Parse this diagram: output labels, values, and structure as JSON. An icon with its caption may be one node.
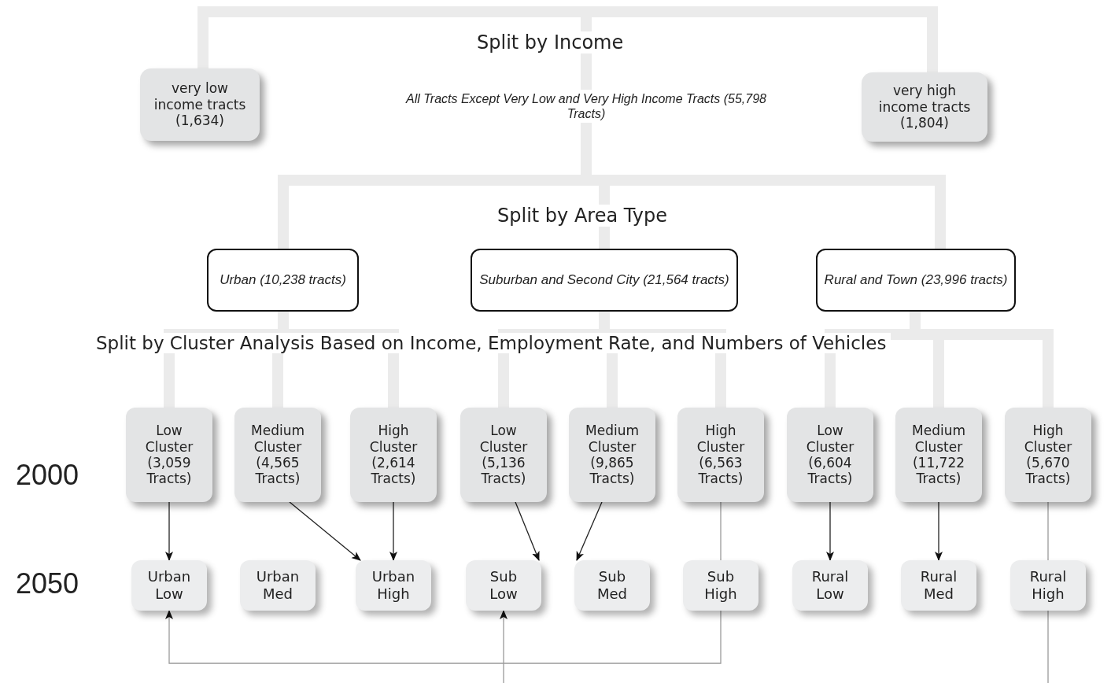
{
  "diagram": {
    "nodes": [
      {
        "text": [
          "very low income tracts (1,634)"
        ]
      },
      {
        "text": [
          "All Tracts Except Very Low and Very High Income Tracts (55,798 Tracts)"
        ]
      },
      {
        "text": [
          "very high income tracts (1,804)"
        ]
      },
      {
        "text": [
          "Urban (10,238 tracts)"
        ]
      },
      {
        "text": [
          "Suburban and Second City (21,564 tracts)"
        ]
      },
      {
        "text": [
          "Rural and Town (23,996 tracts)"
        ]
      },
      {
        "text": [
          "Low Cluster (3,059 Tracts)"
        ]
      },
      {
        "text": [
          "Medium Cluster (4,565 Tracts)"
        ]
      },
      {
        "text": [
          "High Cluster (2,614 Tracts)"
        ]
      },
      {
        "text": [
          "Low Cluster (5,136 Tracts)"
        ]
      },
      {
        "text": [
          "Medium Cluster (9,865 Tracts)"
        ]
      },
      {
        "text": [
          "High Cluster (6,563 Tracts)"
        ]
      },
      {
        "text": [
          "Low Cluster (6,604 Tracts)"
        ]
      },
      {
        "text": [
          "Medium Cluster (11,722 Tracts)"
        ]
      },
      {
        "text": [
          "High Cluster (5,670 Tracts)"
        ]
      },
      {
        "text": [
          "Urban Low"
        ]
      },
      {
        "text": [
          "Urban Med"
        ]
      },
      {
        "text": [
          "Urban High"
        ]
      },
      {
        "text": [
          "Sub Low"
        ]
      },
      {
        "text": [
          "Sub Med"
        ]
      },
      {
        "text": [
          "Sub High"
        ]
      },
      {
        "text": [
          "Rural Low"
        ]
      },
      {
        "text": [
          "Rural Med"
        ]
      },
      {
        "text": [
          "Rural High"
        ]
      }
    ],
    "edges": [
      {
        "from": 1,
        "to": 0,
        "arrow": "none"
      },
      {
        "from": 1,
        "to": 2,
        "arrow": "none"
      },
      {
        "from": 1,
        "to": 3,
        "arrow": "none"
      },
      {
        "from": 1,
        "to": 4,
        "arrow": "none"
      },
      {
        "from": 1,
        "to": 5,
        "arrow": "none"
      },
      {
        "from": 3,
        "to": 6,
        "arrow": "none"
      },
      {
        "from": 3,
        "to": 7,
        "arrow": "none"
      },
      {
        "from": 3,
        "to": 8,
        "arrow": "none"
      },
      {
        "from": 4,
        "to": 9,
        "arrow": "none"
      },
      {
        "from": 4,
        "to": 10,
        "arrow": "none"
      },
      {
        "from": 4,
        "to": 11,
        "arrow": "none"
      },
      {
        "from": 5,
        "to": 12,
        "arrow": "none"
      },
      {
        "from": 5,
        "to": 13,
        "arrow": "none"
      },
      {
        "from": 5,
        "to": 14,
        "arrow": "none"
      },
      {
        "from": 6,
        "to": 15,
        "arrow": "to",
        "color": "#222222"
      },
      {
        "from": 7,
        "to": 17,
        "arrow": "to",
        "color": "#222222"
      },
      {
        "from": 8,
        "to": 17,
        "arrow": "to",
        "color": "#222222"
      },
      {
        "from": 9,
        "to": 18,
        "arrow": "to",
        "color": "#222222"
      },
      {
        "from": 10,
        "to": 19,
        "arrow": "to",
        "color": "#222222"
      },
      {
        "from": 11,
        "to": 20,
        "arrow": "none",
        "color": "#9a9a9a"
      },
      {
        "from": 12,
        "to": 21,
        "arrow": "to",
        "color": "#222222"
      },
      {
        "from": 13,
        "to": 22,
        "arrow": "to",
        "color": "#222222"
      },
      {
        "from": 14,
        "to": 23,
        "arrow": "none",
        "color": "#9a9a9a"
      },
      {
        "from": 20,
        "to": 15,
        "arrow": "to",
        "color": "#9a9a9a"
      },
      {
        "from": 23,
        "to": null,
        "arrow": "none",
        "color": "#9a9a9a"
      },
      {
        "from": null,
        "to": 18,
        "arrow": "to",
        "color": "#9a9a9a"
      }
    ],
    "labels": [
      "Split by Income",
      "Split by Area Type",
      "Split by Cluster Analysis Based on Income, Employment Rate, and Numbers of Vehicles",
      "2000",
      "2050"
    ]
  }
}
